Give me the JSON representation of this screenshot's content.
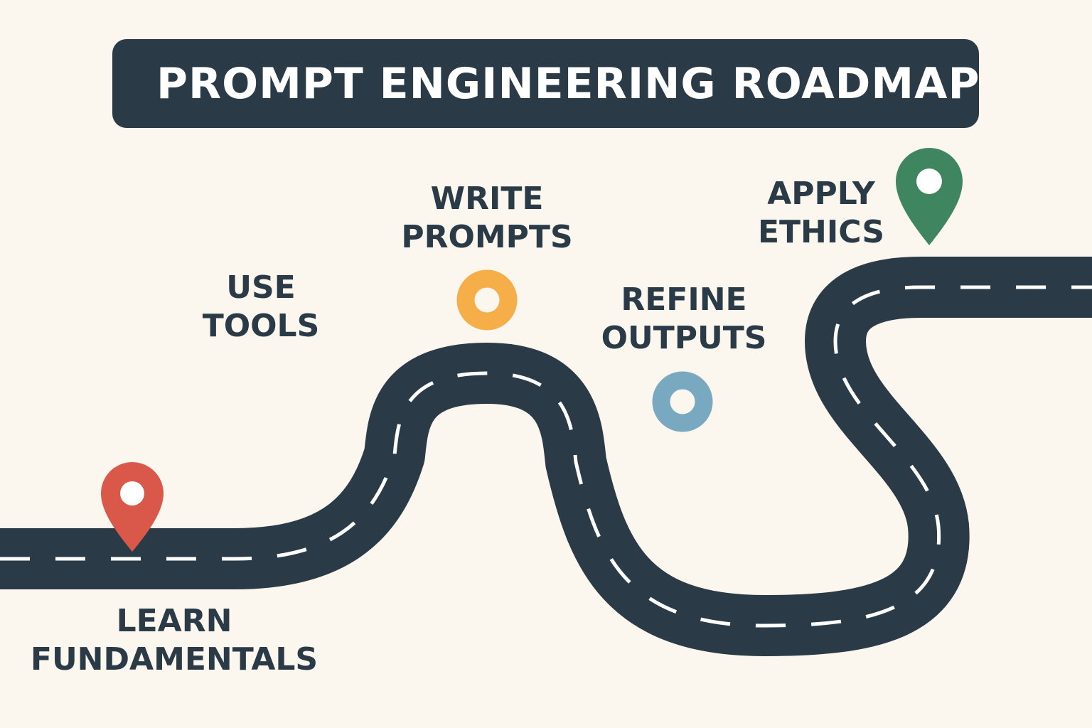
{
  "title": "PROMPT ENGINEERING ROADMAP",
  "colors": {
    "background": "#fcf7ee",
    "road": "#2a3b47",
    "lane_marking": "#ffffff",
    "label_text": "#2a3b47"
  },
  "milestones": [
    {
      "id": "learn-fundamentals",
      "lines": [
        "LEARN",
        "FUNDAMENTALS"
      ],
      "marker": "map-pin-icon",
      "color": "#d9584a"
    },
    {
      "id": "use-tools",
      "lines": [
        "USE",
        "TOOLS"
      ],
      "marker": "none",
      "color": ""
    },
    {
      "id": "write-prompts",
      "lines": [
        "WRITE",
        "PROMPTS"
      ],
      "marker": "ring-icon",
      "color": "#f5ae48"
    },
    {
      "id": "refine-outputs",
      "lines": [
        "REFINE",
        "OUTPUTS"
      ],
      "marker": "ring-icon",
      "color": "#79a9c1"
    },
    {
      "id": "apply-ethics",
      "lines": [
        "APPLY",
        "ETHICS"
      ],
      "marker": "map-pin-icon",
      "color": "#3f8660"
    }
  ]
}
